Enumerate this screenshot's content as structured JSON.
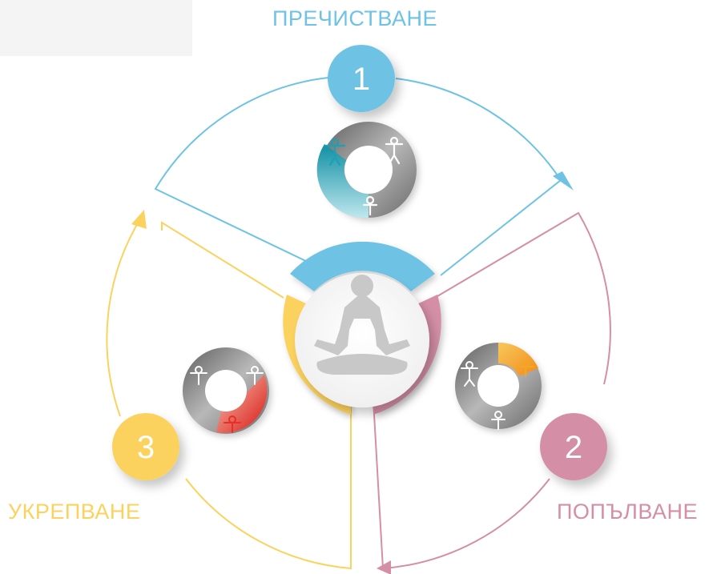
{
  "colors": {
    "stage1": "#6ec3e5",
    "stage2": "#d48fa6",
    "stage3": "#fcd25e",
    "figure": "#c8c8c8",
    "ring_gray": "#9e9e9e",
    "teal": "#1aa1b3",
    "orange": "#f5a623",
    "red": "#e53027"
  },
  "stages": [
    {
      "number": "1",
      "label": "ПРЕЧИСТВАНЕ",
      "color": "#6ec3e5"
    },
    {
      "number": "2",
      "label": "ПОПЪЛВАНЕ",
      "color": "#d48fa6"
    },
    {
      "number": "3",
      "label": "УКРЕПВАНЕ",
      "color": "#fcd25e"
    }
  ],
  "center": {
    "icon": "meditation-figure-icon"
  }
}
